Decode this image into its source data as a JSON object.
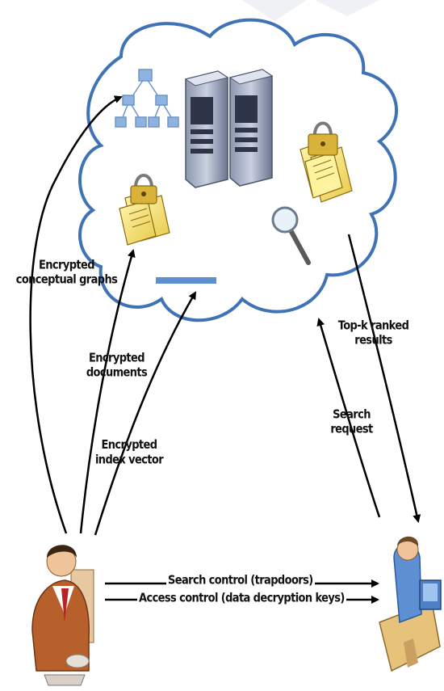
{
  "labels": {
    "enc_graphs_l1": "Encrypted",
    "enc_graphs_l2": "conceptual graphs",
    "enc_docs_l1": "Encrypted",
    "enc_docs_l2": "documents",
    "enc_index_l1": "Encrypted",
    "enc_index_l2": "index vector",
    "topk_l1": "Top-k ranked",
    "topk_l2": "results",
    "search_req_l1": "Search",
    "search_req_l2": "request",
    "search_control": "Search control (trapdoors)",
    "access_control": "Access control (data decryption keys)"
  },
  "icons": {
    "cloud": "cloud-icon",
    "servers": "server-icon",
    "graph": "conceptual-graph-icon",
    "docs_left": "locked-documents-icon",
    "docs_right": "locked-documents-icon",
    "magnifier": "magnifier-icon",
    "index_bar": "index-vector-bar",
    "owner": "data-owner-person-icon",
    "user": "data-user-person-icon"
  },
  "colors": {
    "cloud_stroke": "#3f73b5",
    "index_bar": "#5b8fd0",
    "arrow": "#000000"
  }
}
